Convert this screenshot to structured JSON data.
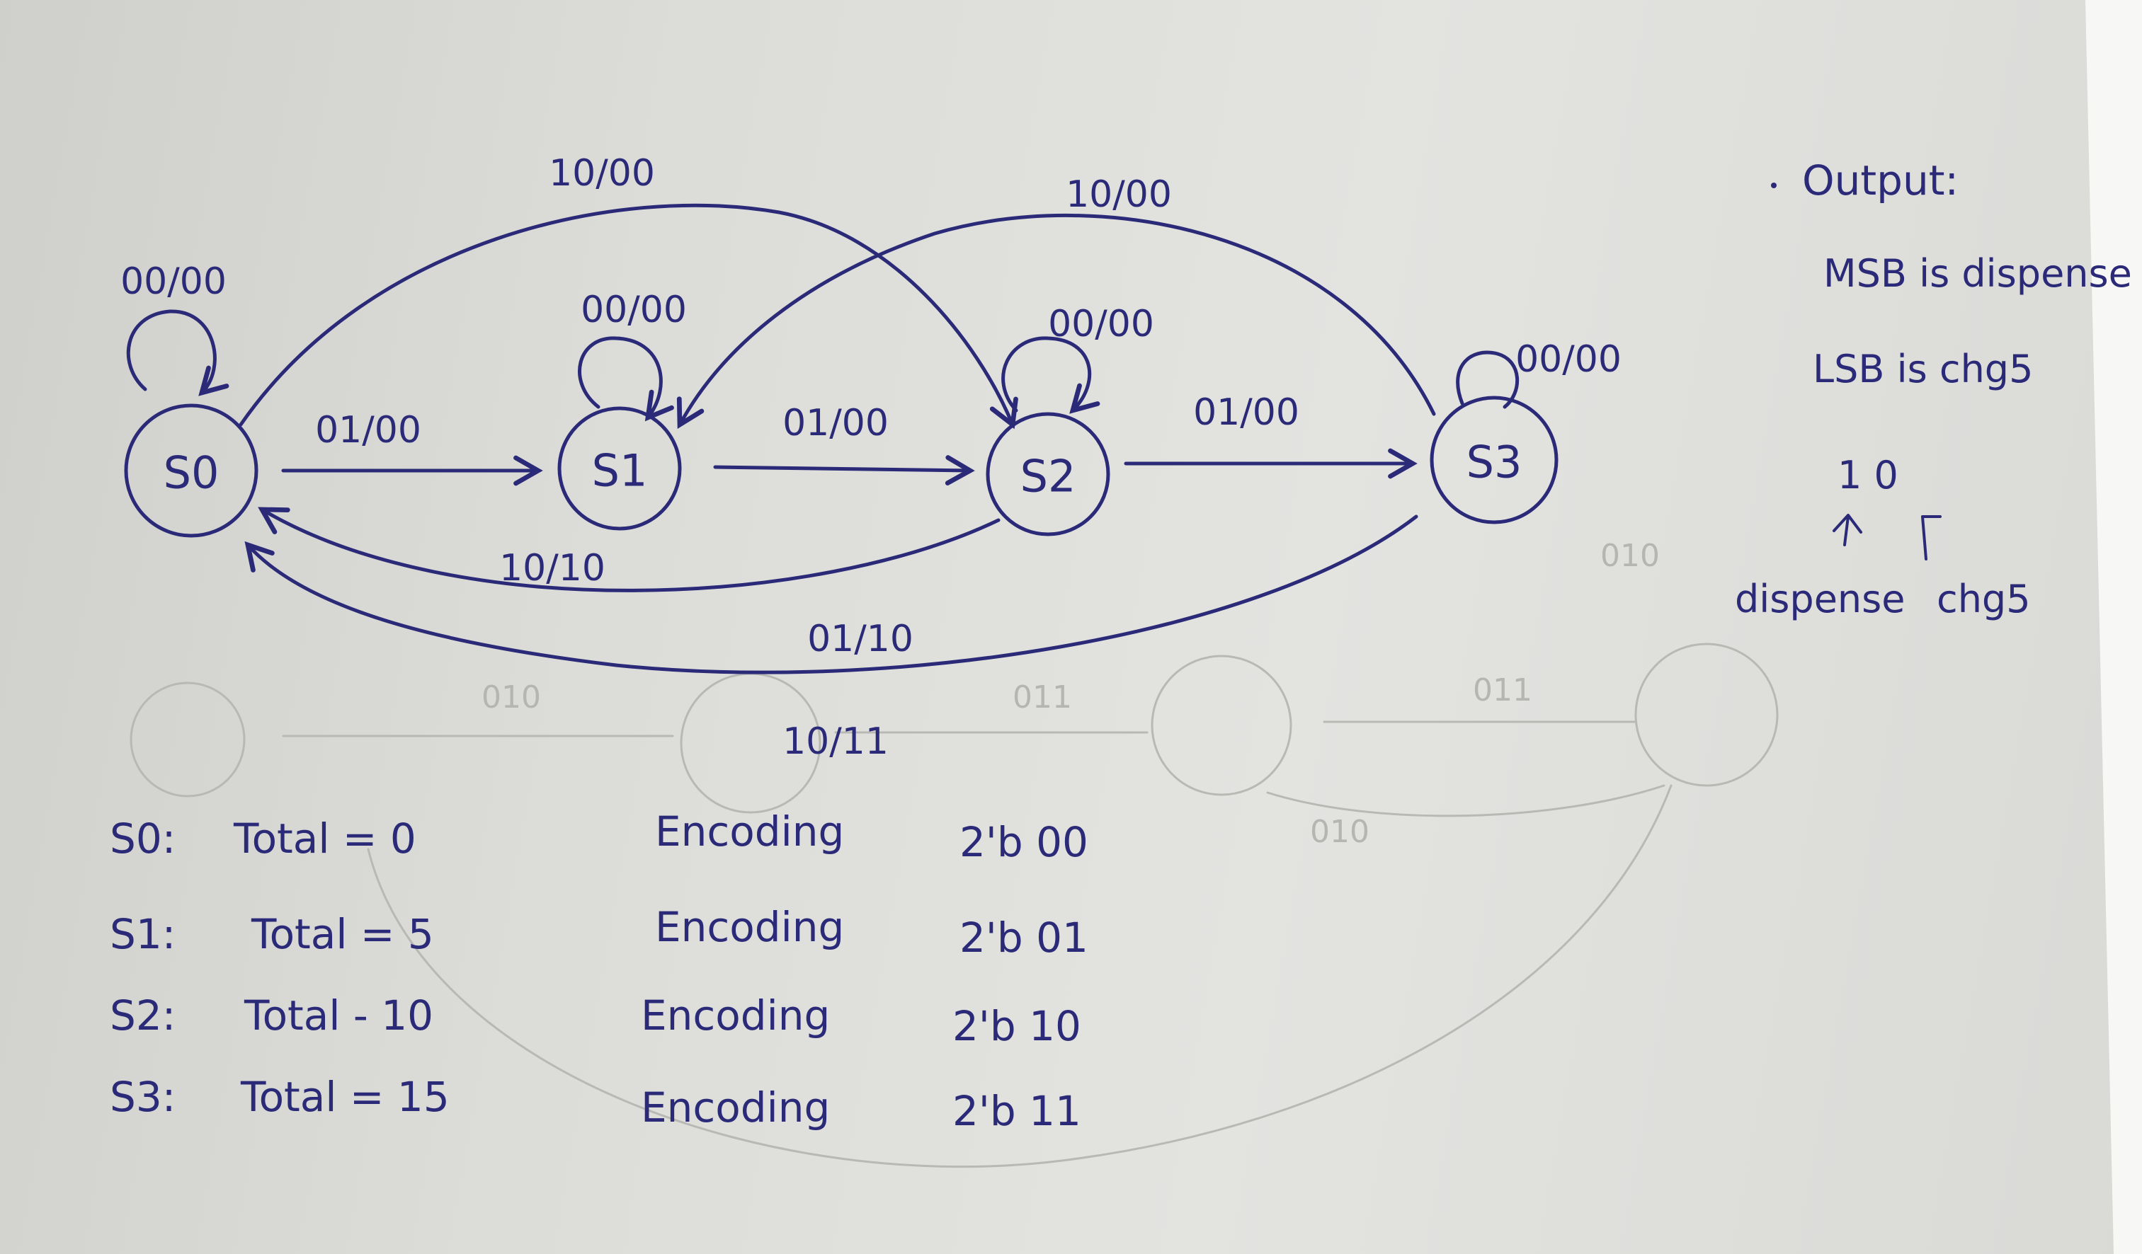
{
  "diagram": {
    "states": [
      {
        "id": "S0",
        "label": "S0"
      },
      {
        "id": "S1",
        "label": "S1"
      },
      {
        "id": "S2",
        "label": "S2"
      },
      {
        "id": "S3",
        "label": "S3"
      }
    ],
    "transitions": [
      {
        "from": "S0",
        "to": "S0",
        "label": "00/00"
      },
      {
        "from": "S1",
        "to": "S1",
        "label": "00/00"
      },
      {
        "from": "S2",
        "to": "S2",
        "label": "00/00"
      },
      {
        "from": "S3",
        "to": "S3",
        "label": "00/00"
      },
      {
        "from": "S0",
        "to": "S1",
        "label": "01/00"
      },
      {
        "from": "S1",
        "to": "S2",
        "label": "01/00"
      },
      {
        "from": "S2",
        "to": "S3",
        "label": "01/00"
      },
      {
        "from": "S0",
        "to": "S2",
        "label": "10/00"
      },
      {
        "from": "S3",
        "to": "S1",
        "label": "10/00"
      },
      {
        "from": "S2",
        "to": "S0",
        "label": "10/10"
      },
      {
        "from": "S3",
        "to": "S0",
        "label": "01/10"
      },
      {
        "from": "S3",
        "to": "S0",
        "label": "10/11"
      }
    ]
  },
  "output_note": {
    "title": "Output:",
    "msb_line": "MSB is dispense",
    "lsb_line": "LSB is chg5",
    "bits": "1 0",
    "dispense": "dispense",
    "chg5": "chg5"
  },
  "encoding_table": [
    {
      "state": "S0:",
      "total": "Total = 0",
      "enc_label": "Encoding",
      "enc_value": "2'b 00"
    },
    {
      "state": "S1:",
      "total": "Total = 5",
      "enc_label": "Encoding",
      "enc_value": "2'b 01"
    },
    {
      "state": "S2:",
      "total": "Total - 10",
      "enc_label": "Encoding",
      "enc_value": "2'b 10"
    },
    {
      "state": "S3:",
      "total": "Total = 15",
      "enc_label": "Encoding",
      "enc_value": "2'b 11"
    }
  ],
  "colors": {
    "ink": "#2b2a78",
    "paper": "#dcdcd8",
    "ghost": "#b8b8b4"
  }
}
